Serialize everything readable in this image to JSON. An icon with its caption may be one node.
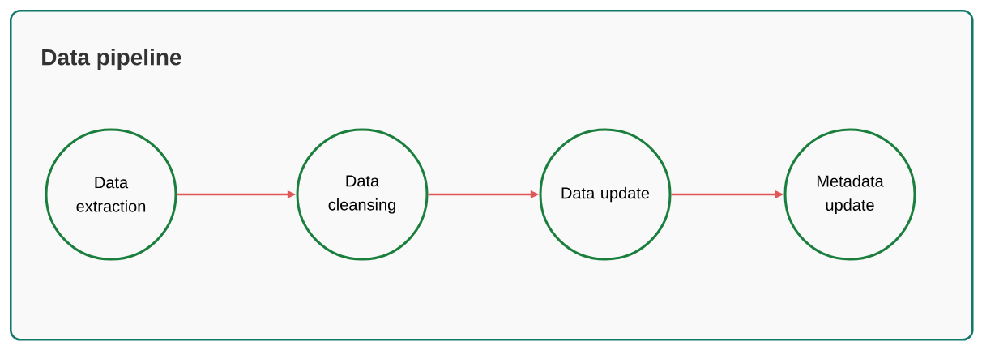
{
  "diagram": {
    "nodes": [
      {
        "text": [
          "Data pipeline"
        ]
      },
      {
        "text": [
          "Data extraction"
        ],
        "in": 0
      },
      {
        "text": [
          "Data cleansing"
        ],
        "in": 0
      },
      {
        "text": [
          "Data update"
        ],
        "in": 0
      },
      {
        "text": [
          "Metadata update"
        ],
        "in": 0
      }
    ],
    "edges": [
      {
        "from": 1,
        "to": 2,
        "arrow": "to"
      },
      {
        "from": 2,
        "to": 3,
        "arrow": "to"
      },
      {
        "from": 3,
        "to": 4,
        "arrow": "to"
      }
    ]
  }
}
